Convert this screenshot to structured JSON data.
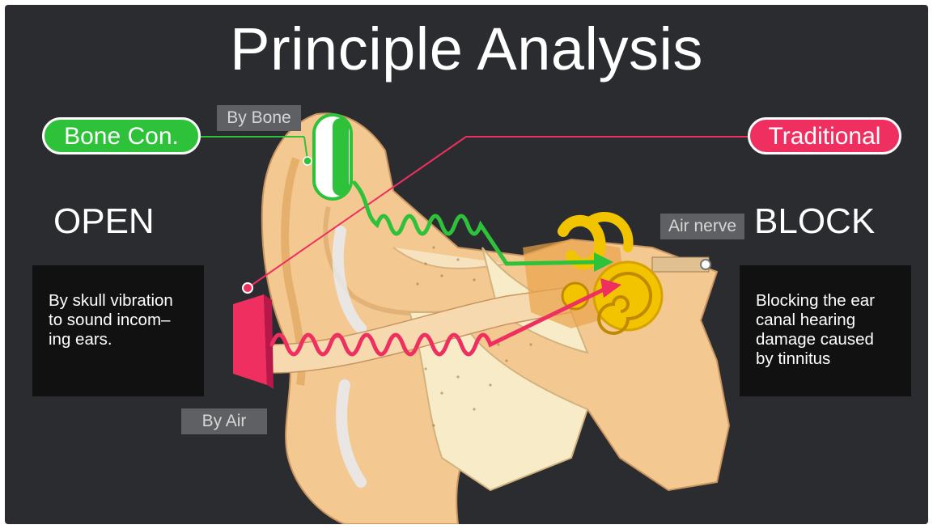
{
  "title": "Principle Analysis",
  "badges": {
    "bone_conduction": "Bone Con.",
    "traditional": "Traditional"
  },
  "tags": {
    "by_bone": "By Bone",
    "by_air": "By Air",
    "air_nerve": "Air nerve"
  },
  "left": {
    "heading": "OPEN",
    "lines": [
      "By skull vibration",
      "to sound incom–",
      "ing ears."
    ]
  },
  "right": {
    "heading": "BLOCK",
    "lines": [
      "Blocking the ear",
      "canal hearing",
      "damage caused",
      "by tinnitus"
    ]
  },
  "colors": {
    "background": "#2b2c30",
    "bone_green": "#2ec23a",
    "traditional_red": "#ee2f5f",
    "ear_skin": "#f4c991",
    "cochlea_yellow": "#f2c400"
  },
  "icons": {
    "bone_device": "bone-conduction-earpiece",
    "air_device": "traditional-earphone",
    "ear": "ear-cross-section"
  }
}
